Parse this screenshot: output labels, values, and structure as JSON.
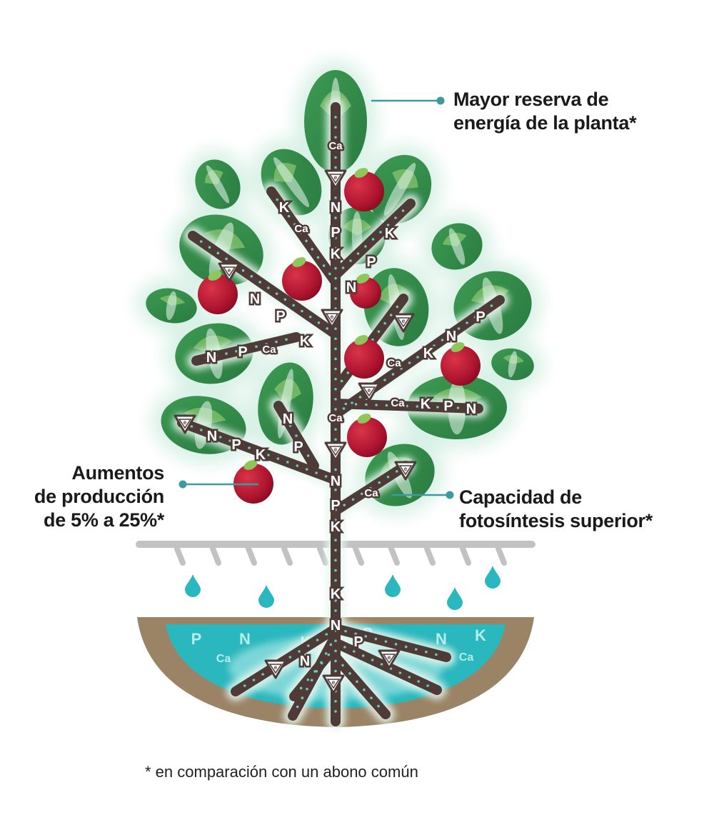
{
  "callouts": {
    "energy_line1": "Mayor reserva de",
    "energy_line2": "energía de la planta*",
    "production_line1": "Aumentos",
    "production_line2": "de producción",
    "production_line3": "de 5% a 25%*",
    "photosynthesis_line1": "Capacidad de",
    "photosynthesis_line2": "fotosíntesis superior*"
  },
  "footnote": "* en comparación con un abono común",
  "nutrients": {
    "nitrogen": "N",
    "phosphorus": "P",
    "potassium": "K",
    "calcium": "Ca",
    "energy_badge": "e"
  },
  "colors": {
    "leaf_dark": "#2f8a47",
    "leaf_light": "#7dbd6b",
    "leaf_glow": "#d9f1e6",
    "branch": "#4e3b38",
    "fruit": "#b5162f",
    "water": "#2ab7bd",
    "soil": "#9b8466",
    "ground_line": "#c2c2c2",
    "callout_dot": "#3c9aa0"
  }
}
